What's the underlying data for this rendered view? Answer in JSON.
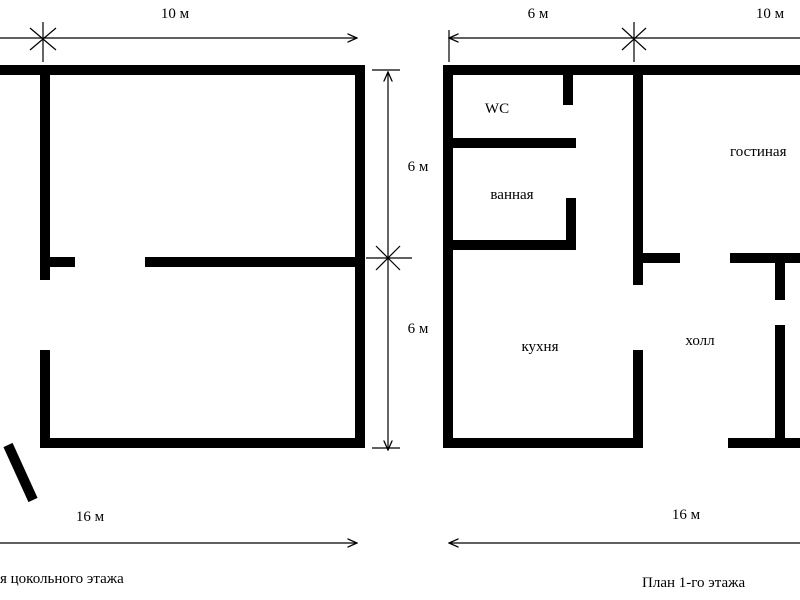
{
  "basement": {
    "dim_top": "10 м",
    "dim_right_upper": "6 м",
    "dim_right_lower": "6 м",
    "dim_bottom": "16 м",
    "caption": "я цокольного этажа"
  },
  "first_floor": {
    "dim_top_left": "6 м",
    "dim_top_right": "10 м",
    "dim_bottom": "16 м",
    "caption": "План 1-го этажа",
    "rooms": {
      "wc": "WC",
      "bathroom": "ванная",
      "living": "гостиная",
      "kitchen": "кухня",
      "hall": "холл"
    }
  }
}
